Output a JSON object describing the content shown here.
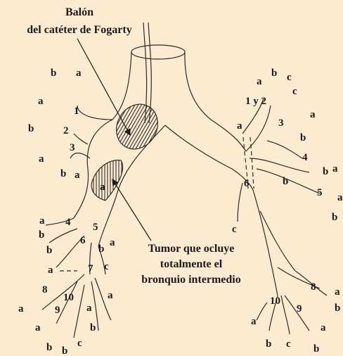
{
  "captions": {
    "balloon_line1": "Balón",
    "balloon_line2": "del catéter de Fogarty",
    "tumor_line1": "Tumor que ocluye",
    "tumor_line2": "totalmente el",
    "tumor_line3": "bronquio intermedio"
  },
  "labels": {
    "l_b1": "b",
    "l_a1": "a",
    "l_a2": "a",
    "l_1": "1",
    "l_b2": "b",
    "l_2": "2",
    "l_3": "3",
    "l_a3": "a",
    "l_b3": "b",
    "l_a4": "a",
    "l_a_tumor": "a",
    "l_a5": "a",
    "l_4": "4",
    "l_b4": "b",
    "l_5": "5",
    "l_b5": "b",
    "l_6": "6",
    "l_a6": "a",
    "l_b6": "b",
    "l_a7": "a",
    "l_7": "7",
    "l_c1": "c",
    "l_8": "8",
    "l_10": "10",
    "l_a8": "a",
    "l_a9": "a",
    "l_9": "9",
    "l_a10": "a",
    "l_a11": "a",
    "l_b7": "b",
    "l_b8": "b",
    "l_c2": "c",
    "l_b9": "b",
    "r_a1": "a",
    "r_b1": "b",
    "r_c1": "c",
    "r_1y2": "1 y 2",
    "r_c2": "c",
    "r_a2": "a",
    "r_3": "3",
    "r_a3": "a",
    "r_b2": "b",
    "r_4": "4",
    "r_a4": "a",
    "r_b3": "b",
    "r_6": "6",
    "r_b4": "b",
    "r_5": "5",
    "r_a5": "a",
    "r_b5": "b",
    "r_c3": "c",
    "r_8": "8",
    "r_a6": "a",
    "r_b6": "b",
    "r_10": "10",
    "r_9": "9",
    "r_a7": "a",
    "r_a8": "a",
    "r_b7": "b",
    "r_c4": "c",
    "r_b8": "b"
  },
  "colors": {
    "background": "#fcebd0",
    "ink": "#2a2a2a"
  }
}
